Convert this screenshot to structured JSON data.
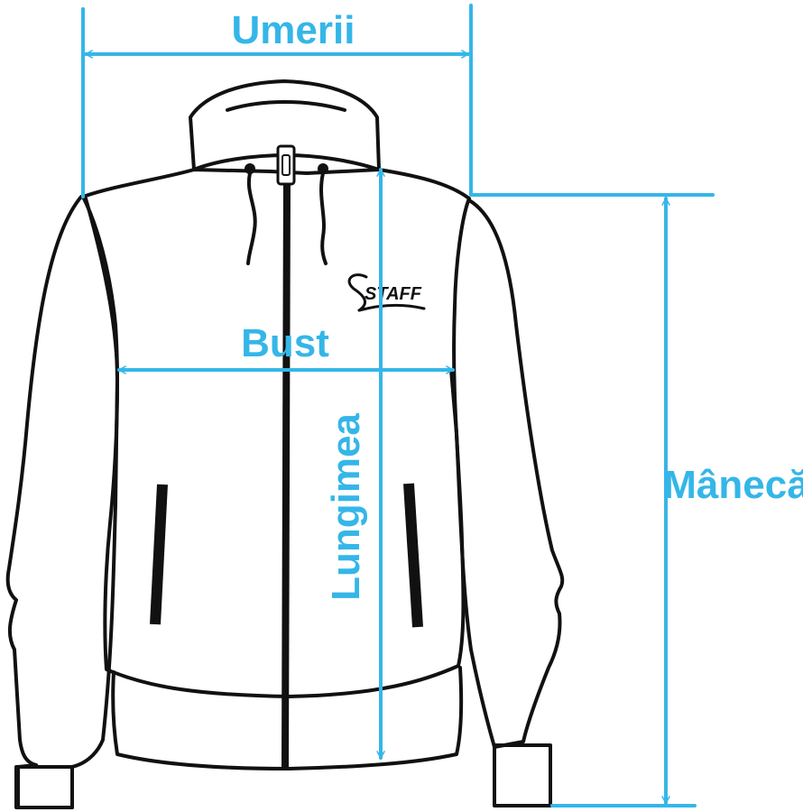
{
  "colors": {
    "measure": "#35b6e8",
    "outline": "#111111",
    "background": "#ffffff"
  },
  "labels": {
    "shoulders": "Umerii",
    "bust": "Bust",
    "length": "Lungimea",
    "sleeve": "Mânecă"
  },
  "logo": {
    "text": "STAFF"
  }
}
